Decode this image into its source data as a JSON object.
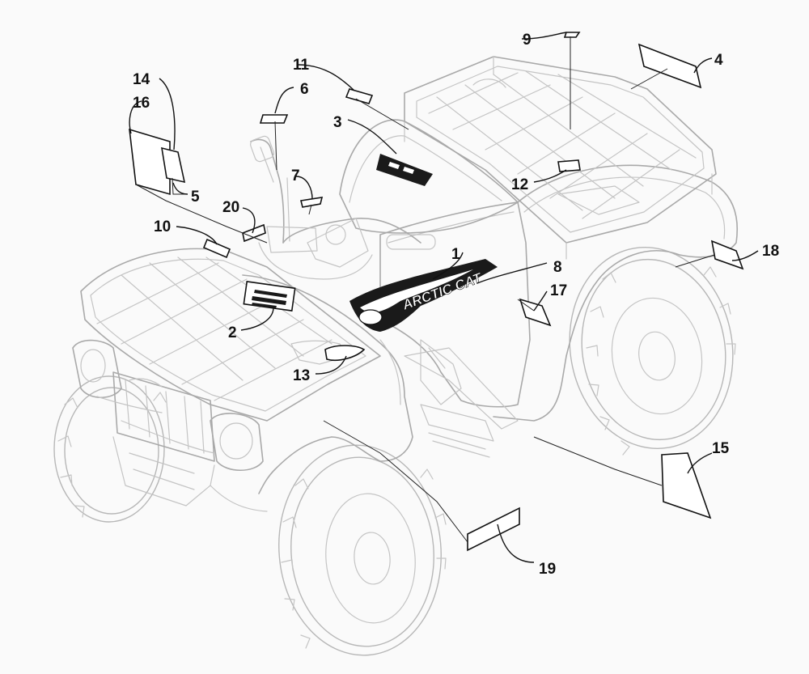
{
  "diagram": {
    "callouts": [
      {
        "id": "c1",
        "label": "1"
      },
      {
        "id": "c2",
        "label": "2"
      },
      {
        "id": "c3",
        "label": "3"
      },
      {
        "id": "c4",
        "label": "4"
      },
      {
        "id": "c5",
        "label": "5"
      },
      {
        "id": "c6",
        "label": "6"
      },
      {
        "id": "c7",
        "label": "7"
      },
      {
        "id": "c8",
        "label": "8"
      },
      {
        "id": "c9",
        "label": "9"
      },
      {
        "id": "c10",
        "label": "10"
      },
      {
        "id": "c11",
        "label": "11"
      },
      {
        "id": "c12",
        "label": "12"
      },
      {
        "id": "c13",
        "label": "13"
      },
      {
        "id": "c14",
        "label": "14"
      },
      {
        "id": "c15",
        "label": "15"
      },
      {
        "id": "c16",
        "label": "16"
      },
      {
        "id": "c17",
        "label": "17"
      },
      {
        "id": "c18",
        "label": "18"
      },
      {
        "id": "c19",
        "label": "19"
      },
      {
        "id": "c20",
        "label": "20"
      }
    ],
    "brand_text": "ARCTIC CAT",
    "colors": {
      "line_art": "#c4c4c4",
      "ink": "#111111",
      "background": "#fafafa"
    }
  }
}
